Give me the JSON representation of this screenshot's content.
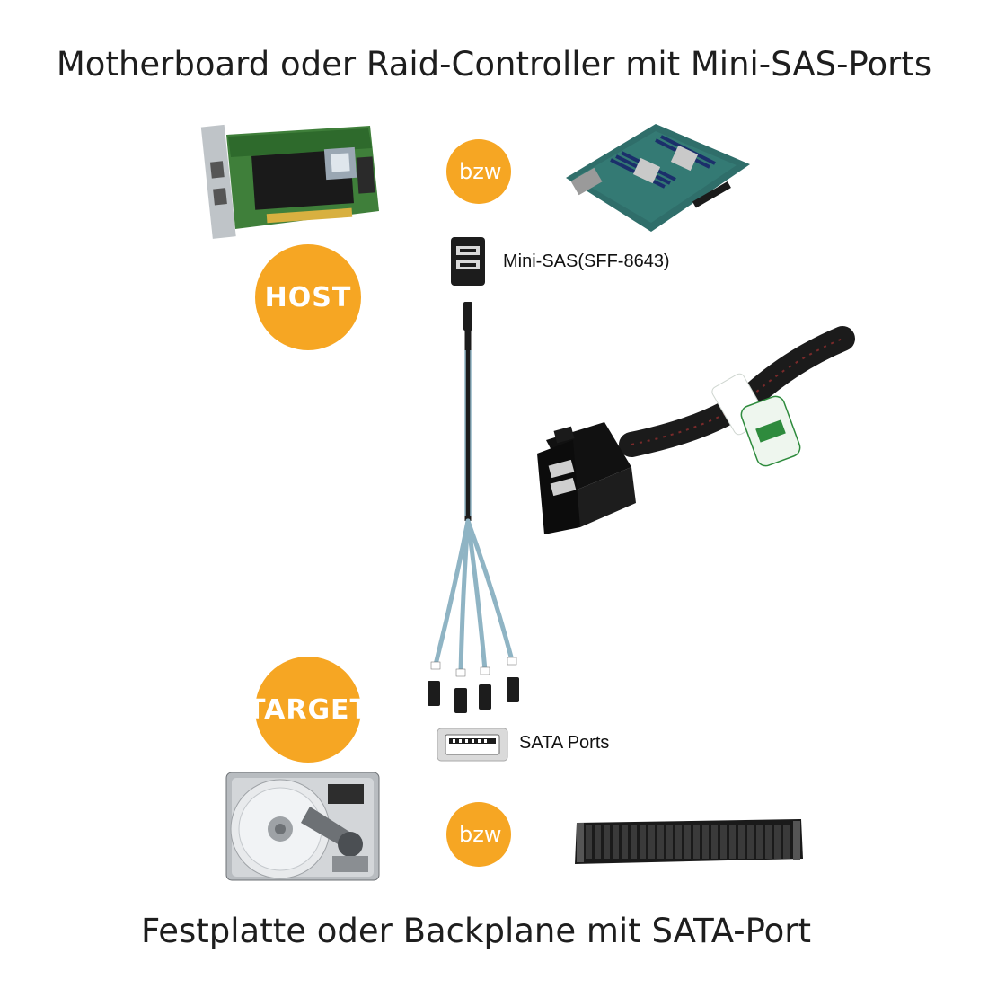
{
  "titles": {
    "top": "Motherboard oder Raid-Controller mit Mini-SAS-Ports",
    "bottom": "Festplatte oder Backplane mit SATA-Port"
  },
  "badges": {
    "host": "HOST",
    "target": "TARGET",
    "or_top": "bzw",
    "or_bottom": "bzw"
  },
  "labels": {
    "mini_sas": "Mini-SAS(SFF-8643)",
    "sata_ports": "SATA Ports"
  },
  "colors": {
    "accent": "#f6a623",
    "pcb_green": "#3f7f3a",
    "cable_blue": "#8fb4c4",
    "sleeve": "#1b1b1b",
    "tag_green": "#2e8b3d"
  }
}
